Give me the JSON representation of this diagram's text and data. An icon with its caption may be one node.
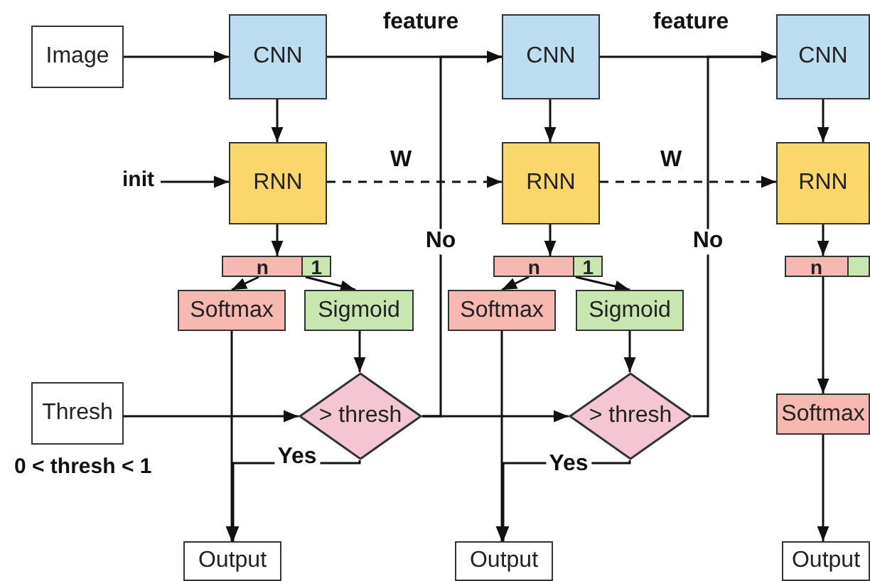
{
  "diagram": {
    "nodes": [
      {
        "text": [
          "Image"
        ]
      },
      {
        "text": [
          "CNN"
        ]
      },
      {
        "text": [
          "CNN"
        ]
      },
      {
        "text": [
          "CNN"
        ]
      },
      {
        "text": [
          "init"
        ]
      },
      {
        "text": [
          "RNN"
        ]
      },
      {
        "text": [
          "RNN"
        ]
      },
      {
        "text": [
          "RNN"
        ]
      },
      {
        "text": [
          "n",
          "1"
        ]
      },
      {
        "text": [
          "n",
          "1"
        ]
      },
      {
        "text": [
          "n"
        ]
      },
      {
        "text": [
          "Softmax"
        ]
      },
      {
        "text": [
          "Sigmoid"
        ]
      },
      {
        "text": [
          "Softmax"
        ]
      },
      {
        "text": [
          "Sigmoid"
        ]
      },
      {
        "text": [
          "Thresh"
        ],
        "beside": [
          "0 < thresh < 1"
        ]
      },
      {
        "text": [
          "> thresh"
        ]
      },
      {
        "text": [
          "> thresh"
        ]
      },
      {
        "text": [
          "Softmax"
        ]
      },
      {
        "text": [
          "Output"
        ]
      },
      {
        "text": [
          "Output"
        ]
      },
      {
        "text": [
          "Output"
        ]
      }
    ],
    "edges": [
      {
        "from": 0,
        "to": 1,
        "arrow": "to"
      },
      {
        "from": 1,
        "to": 2,
        "arrow": "to",
        "label": "feature"
      },
      {
        "from": 2,
        "to": 3,
        "arrow": "to",
        "label": "feature"
      },
      {
        "from": 1,
        "to": 5,
        "arrow": "to"
      },
      {
        "from": 2,
        "to": 6,
        "arrow": "to"
      },
      {
        "from": 3,
        "to": 7,
        "arrow": "to"
      },
      {
        "from": 4,
        "to": 5,
        "arrow": "to"
      },
      {
        "from": 5,
        "to": 6,
        "arrow": "to",
        "label": "W",
        "style": "dashed"
      },
      {
        "from": 6,
        "to": 7,
        "arrow": "to",
        "label": "W",
        "style": "dashed"
      },
      {
        "from": 5,
        "to": 8,
        "arrow": "to"
      },
      {
        "from": 6,
        "to": 9,
        "arrow": "to"
      },
      {
        "from": 7,
        "to": 10,
        "arrow": "to"
      },
      {
        "from": 8,
        "to": 11,
        "arrow": "to"
      },
      {
        "from": 8,
        "to": 12,
        "arrow": "to"
      },
      {
        "from": 9,
        "to": 13,
        "arrow": "to"
      },
      {
        "from": 9,
        "to": 14,
        "arrow": "to"
      },
      {
        "from": 10,
        "to": 18,
        "arrow": "to"
      },
      {
        "from": 12,
        "to": 16,
        "arrow": "to"
      },
      {
        "from": 14,
        "to": 17,
        "arrow": "to"
      },
      {
        "from": 15,
        "to": 16,
        "arrow": "to"
      },
      {
        "from": 16,
        "to": 17,
        "arrow": "to"
      },
      {
        "from": 16,
        "to": 2,
        "arrow": "to",
        "label": "No"
      },
      {
        "from": 17,
        "to": 3,
        "arrow": "to",
        "label": "No"
      },
      {
        "from": 16,
        "to": 19,
        "arrow": "to",
        "label": "Yes"
      },
      {
        "from": 17,
        "to": 20,
        "arrow": "to",
        "label": "Yes"
      },
      {
        "from": 11,
        "to": 19,
        "arrow": "to"
      },
      {
        "from": 13,
        "to": 20,
        "arrow": "to"
      },
      {
        "from": 18,
        "to": 21,
        "arrow": "to"
      }
    ]
  }
}
